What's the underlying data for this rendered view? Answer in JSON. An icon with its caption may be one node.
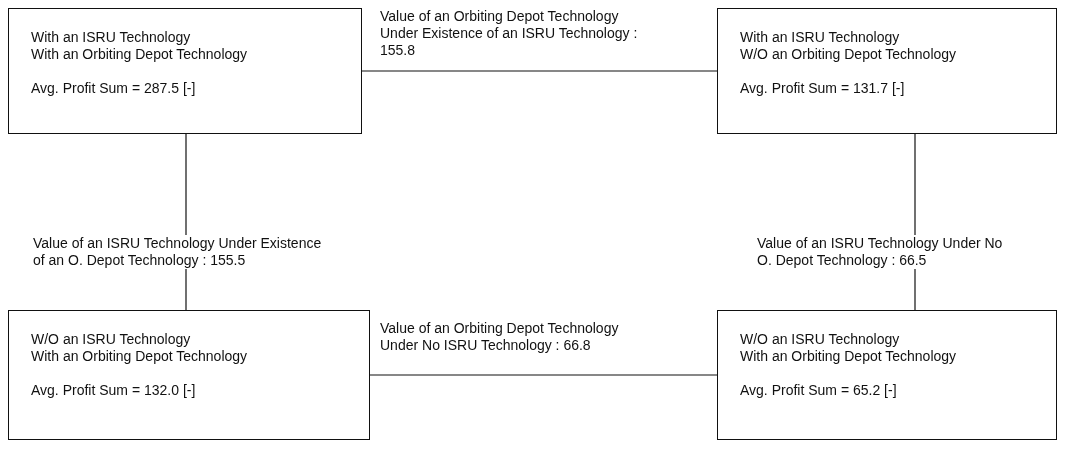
{
  "diagram": {
    "nodes": [
      {
        "text": [
          "With an ISRU Technology",
          "With an Orbiting Depot Technology",
          "Avg. Profit Sum = 287.5 [-]"
        ]
      },
      {
        "text": [
          "With an ISRU Technology",
          "W/O an Orbiting Depot Technology",
          "Avg. Profit Sum = 131.7 [-]"
        ]
      },
      {
        "text": [
          "W/O an ISRU Technology",
          "With an Orbiting Depot Technology",
          "Avg. Profit Sum = 132.0 [-]"
        ]
      },
      {
        "text": [
          "W/O an ISRU Technology",
          "With an Orbiting Depot Technology",
          "Avg. Profit Sum = 65.2 [-]"
        ]
      }
    ],
    "edges": [
      {
        "from": 0,
        "to": 1,
        "arrow": "none",
        "label": "Value of an Orbiting Depot Technology Under Existence of an ISRU Technology : 155.8"
      },
      {
        "from": 0,
        "to": 2,
        "arrow": "none",
        "label": "Value of an ISRU Technology Under Existence of an O. Depot Technology : 155.5"
      },
      {
        "from": 1,
        "to": 3,
        "arrow": "none",
        "label": "Value of an ISRU Technology Under No O. Depot Technology : 66.5"
      },
      {
        "from": 2,
        "to": 3,
        "arrow": "none",
        "label": "Value of an Orbiting Depot Technology Under No ISRU Technology : 66.8"
      }
    ]
  }
}
